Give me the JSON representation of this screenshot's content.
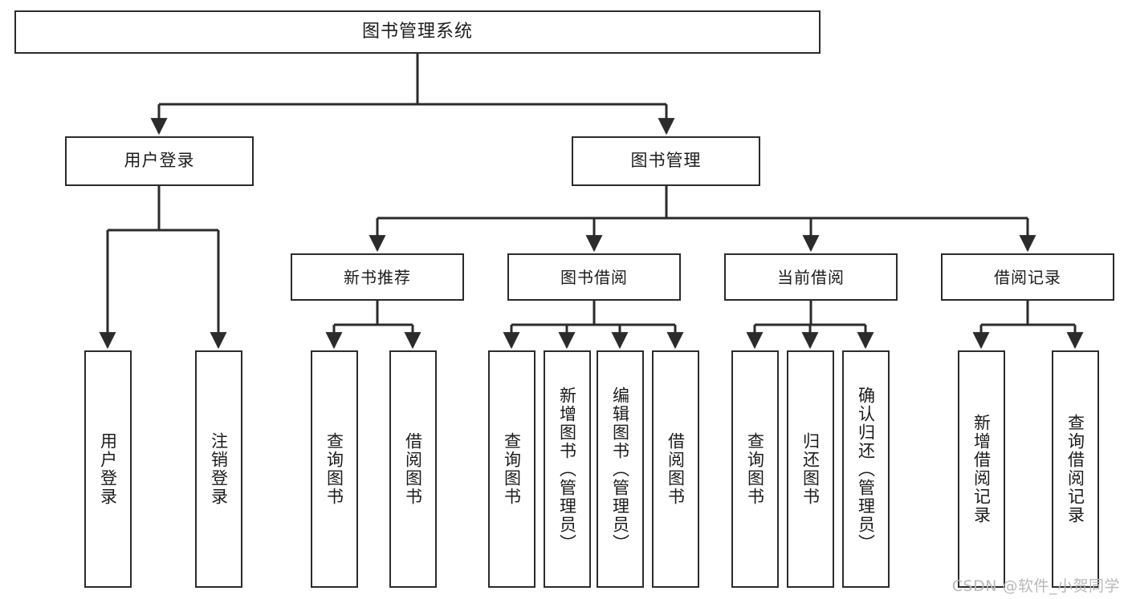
{
  "diagram": {
    "title": "图书管理系统",
    "type": "hierarchy-tree",
    "root": {
      "id": "root",
      "label": "图书管理系统"
    },
    "level2": [
      {
        "id": "user-login",
        "label": "用户登录"
      },
      {
        "id": "book-management",
        "label": "图书管理"
      }
    ],
    "level3": [
      {
        "id": "new-book-recommend",
        "label": "新书推荐"
      },
      {
        "id": "book-borrow",
        "label": "图书借阅"
      },
      {
        "id": "current-borrow",
        "label": "当前借阅"
      },
      {
        "id": "borrow-record",
        "label": "借阅记录"
      }
    ],
    "leaves": [
      {
        "id": "leaf-user-login",
        "label": "用户登录",
        "parent": "user-login"
      },
      {
        "id": "leaf-logout-login",
        "label": "注销登录",
        "parent": "user-login"
      },
      {
        "id": "leaf-query-book-1",
        "label": "查询图书",
        "parent": "new-book-recommend"
      },
      {
        "id": "leaf-borrow-book-1",
        "label": "借阅图书",
        "parent": "new-book-recommend"
      },
      {
        "id": "leaf-query-book-2",
        "label": "查询图书",
        "parent": "book-borrow"
      },
      {
        "id": "leaf-add-book",
        "label": "新增图书（管理员）",
        "parent": "book-borrow"
      },
      {
        "id": "leaf-edit-book",
        "label": "编辑图书（管理员）",
        "parent": "book-borrow"
      },
      {
        "id": "leaf-borrow-book-2",
        "label": "借阅图书",
        "parent": "book-borrow"
      },
      {
        "id": "leaf-query-book-3",
        "label": "查询图书",
        "parent": "current-borrow"
      },
      {
        "id": "leaf-return-book",
        "label": "归还图书",
        "parent": "current-borrow"
      },
      {
        "id": "leaf-confirm-return",
        "label": "确认归还（管理员）",
        "parent": "current-borrow"
      },
      {
        "id": "leaf-add-record",
        "label": "新增借阅记录",
        "parent": "borrow-record"
      },
      {
        "id": "leaf-query-record",
        "label": "查询借阅记录",
        "parent": "borrow-record"
      }
    ],
    "colors": {
      "stroke": "#2b2b2b",
      "fill": "#ffffff",
      "text": "#1b1b1b",
      "watermark": "#b9b9b9"
    }
  },
  "watermark": {
    "text": "CSDN @软件_小贺同学"
  }
}
